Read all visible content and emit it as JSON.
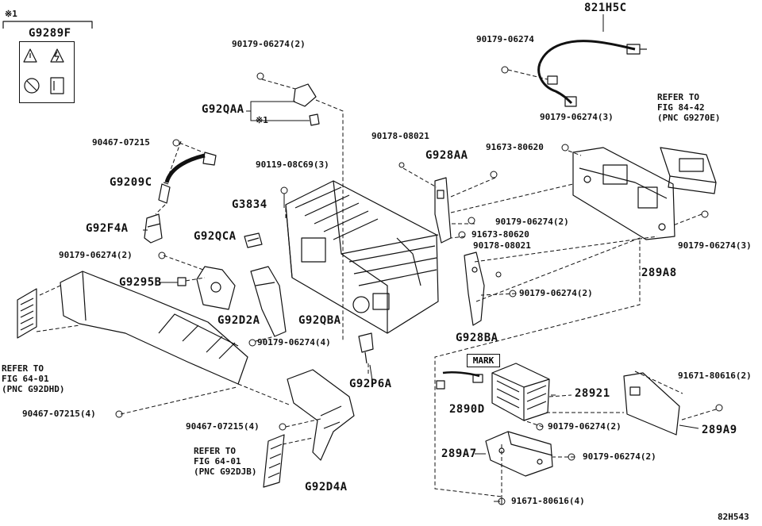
{
  "diagram": {
    "figure_code": "82H543",
    "note_symbol": "※1",
    "mark_label": "MARK",
    "labels": {
      "g9289f": "G9289F",
      "p821h5c": "821H5C",
      "b9017906274_2_top": "90179-06274(2)",
      "b9017906274_top_right": "90179-06274",
      "g92qaa": "G92QAA",
      "note_1_sub": "※1",
      "refer_fig_8442": "REFER TO\nFIG 84-42\n(PNC G9270E)",
      "b9046707215_top": "90467-07215",
      "b9011908c69_3": "90119-08C69(3)",
      "b9017808021_a": "90178-08021",
      "g928aa": "G928AA",
      "b9167380620_a": "91673-80620",
      "b9017906274_3_a": "90179-06274(3)",
      "g9209c": "G9209C",
      "g3834": "G3834",
      "g92f4a": "G92F4A",
      "b9017906274_2_mid": "90179-06274(2)",
      "b9167380620_b": "91673-80620",
      "b9017906274_3_b": "90179-06274(3)",
      "g92qca": "G92QCA",
      "b9017906274_2_left": "90179-06274(2)",
      "b9017808021_b": "90178-08021",
      "p289a8": "289A8",
      "g9295b": "G9295B",
      "b9017906274_2_c": "90179-06274(2)",
      "g92d2a": "G92D2A",
      "g92qba": "G92QBA",
      "g928ba": "G928BA",
      "b9017906274_4": "90179-06274(4)",
      "refer_fig_6401_a": "REFER TO\nFIG 64-01\n(PNC G92DHD)",
      "g92p6a": "G92P6A",
      "p28921": "28921",
      "b9167180616_2": "91671-80616(2)",
      "b9046707215_4_a": "90467-07215(4)",
      "p2890d": "2890D",
      "b9046707215_4_b": "90467-07215(4)",
      "b9017906274_2_d": "90179-06274(2)",
      "p289a9": "289A9",
      "refer_fig_6401_b": "REFER TO\nFIG 64-01\n(PNC G92DJB)",
      "p289a7": "289A7",
      "b9017906274_2_e": "90179-06274(2)",
      "g92d4a": "G92D4A",
      "b9167180616_4": "91671-80616(4)"
    }
  }
}
